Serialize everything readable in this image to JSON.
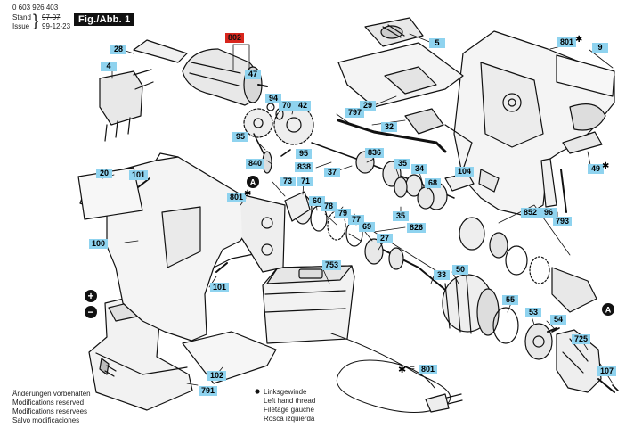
{
  "header": {
    "doc_number": "0 603 926 403",
    "stand_label": "Stand",
    "issue_label": "Issue",
    "old_date": "97-07",
    "new_date": "99-12-23",
    "figure_label": "Fig./Abb. 1"
  },
  "legend": {
    "star_symbol": "✱",
    "star_ref": "801",
    "left_thread_lines": [
      "Linksgewinde",
      "Left hand thread",
      "Filetage gauche",
      "Rosca izquierda"
    ]
  },
  "modifications_notice": [
    "Änderungen vorbehalten",
    "Modifications reserved",
    "Modifications reservees",
    "Salvo modificaciones"
  ],
  "callouts": {
    "c802": "802",
    "c5": "5",
    "c801top": "801",
    "c9": "9",
    "c28": "28",
    "c47": "47",
    "c4": "4",
    "c29": "29",
    "c94": "94",
    "c70": "70",
    "c42": "42",
    "c797": "797",
    "c32": "32",
    "c95a": "95",
    "c840": "840",
    "c95b": "95",
    "c836": "836",
    "c838": "838",
    "c37": "37",
    "c35a": "35",
    "c34": "34",
    "c104": "104",
    "c49": "49",
    "c20": "20",
    "c101a": "101",
    "c73": "73",
    "c71": "71",
    "c68": "68",
    "c801mid": "801",
    "c60": "60",
    "c78": "78",
    "c79": "79",
    "c77": "77",
    "c35b": "35",
    "c96": "96",
    "c852": "852",
    "c793": "793",
    "c69": "69",
    "c826": "826",
    "c100": "100",
    "c27": "27",
    "c753": "753",
    "c50": "50",
    "c101b": "101",
    "c33": "33",
    "c55": "55",
    "c53": "53",
    "c54": "54",
    "c725": "725",
    "c102": "102",
    "c107": "107",
    "c791": "791"
  },
  "markers": {
    "a": "A",
    "plus": "+",
    "minus": "−"
  }
}
